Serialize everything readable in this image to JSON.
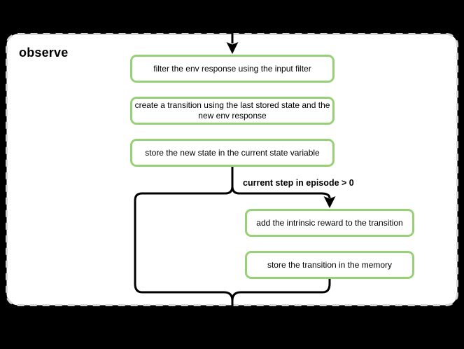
{
  "canvas": {
    "background_color": "#000000"
  },
  "panel": {
    "title": "observe",
    "fill_color": "#ffffff",
    "border_color": "#d5d5d5"
  },
  "flow": {
    "nodes": [
      {
        "id": "filter-env-response",
        "label": "filter the env response using the input filter"
      },
      {
        "id": "create-transition",
        "label": "create a transition using the last stored state and the new env response"
      },
      {
        "id": "store-new-state",
        "label": "store the new state in the current state variable"
      },
      {
        "id": "add-intrinsic-reward",
        "label": "add the intrinsic reward to the transition"
      },
      {
        "id": "store-transition",
        "label": "store the transition in the memory"
      }
    ],
    "condition_label": "current step in episode > 0",
    "node_style": {
      "border_color": "#97d077",
      "fill_color": "#ffffff",
      "text_color": "#000000"
    },
    "connector_color": "#000000"
  }
}
